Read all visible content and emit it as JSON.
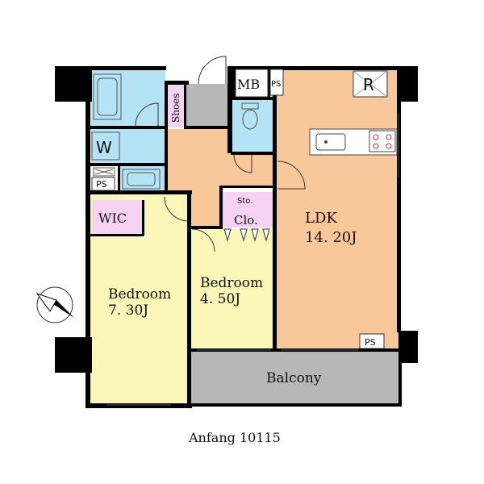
{
  "rooms": {
    "ldk_name": "LDK",
    "ldk_size": "14. 20J",
    "bedroom1_name": "Bedroom",
    "bedroom1_size": "7. 30J",
    "bedroom2_name": "Bedroom",
    "bedroom2_size": "4. 50J",
    "balcony": "Balcony",
    "wic": "WIC",
    "closet": "Clo.",
    "storage": "Sto.",
    "shoes": "Shoes",
    "meter_box": "MB",
    "pipe_space": "PS",
    "washer": "W",
    "refrigerator": "R"
  },
  "caption": "Anfang 10115",
  "colors": {
    "ldk": "#f8c89a",
    "hall": "#f8c89a",
    "bedroom": "#fbf7b9",
    "wet": "#b4e3f5",
    "storage": "#f6d2f4",
    "balcony": "#b7b7b7",
    "wall": "#000000"
  },
  "icons": [
    "compass-north-arrow-icon",
    "kitchen-counter-icon",
    "stove-icon",
    "bathtub-icon",
    "toilet-icon",
    "washbasin-icon",
    "sink-icon"
  ]
}
